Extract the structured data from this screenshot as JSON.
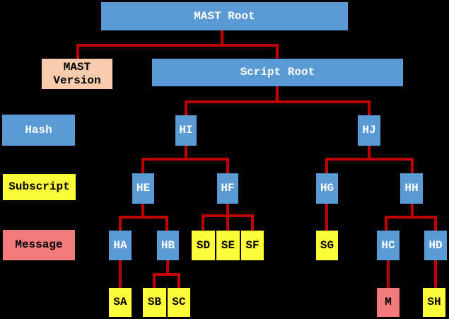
{
  "palette": {
    "background": "#000000",
    "hash_blue": "#5b9bd5",
    "subscript_yellow": "#fdfd3a",
    "message_salmon": "#f4797d",
    "version_peach": "#f8cbad",
    "connector_red": "#c00000"
  },
  "legend": {
    "hash_label": "Hash",
    "subscript_label": "Subscript",
    "message_label": "Message"
  },
  "tree": {
    "mast_root": "MAST Root",
    "mast_version": "MAST Version",
    "script_root": "Script Root",
    "hi": "HI",
    "hj": "HJ",
    "he": "HE",
    "hf": "HF",
    "hg": "HG",
    "hh": "HH",
    "ha": "HA",
    "hb": "HB",
    "sd": "SD",
    "se": "SE",
    "sf": "SF",
    "sg": "SG",
    "hc": "HC",
    "hd": "HD",
    "sa": "SA",
    "sb": "SB",
    "sc": "SC",
    "m": "M",
    "sh": "SH"
  }
}
